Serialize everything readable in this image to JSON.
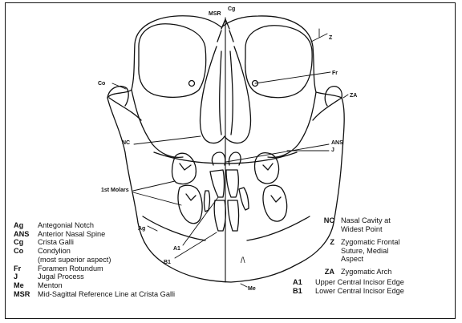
{
  "figure": {
    "labels": {
      "msr": "MSR",
      "cg": "Cg",
      "z": "Z",
      "co": "Co",
      "fr": "Fr",
      "za": "ZA",
      "nc": "NC",
      "ans": "ANS",
      "j": "J",
      "first_molars": "1st Molars",
      "ag": "Ag",
      "a1": "A1",
      "b1": "B1",
      "me": "Me",
      "lower_incisor_mark": "/\\"
    }
  },
  "legend_left": [
    {
      "abbr": "Ag",
      "text": "Antegonial Notch"
    },
    {
      "abbr": "ANS",
      "text": "Anterior Nasal Spine"
    },
    {
      "abbr": "Cg",
      "text": "Crista Galli"
    },
    {
      "abbr": "Co",
      "text": "Condylion"
    },
    {
      "abbr": "",
      "text": "(most superior aspect)"
    },
    {
      "abbr": "Fr",
      "text": "Foramen Rotundum"
    },
    {
      "abbr": "J",
      "text": "Jugal Process"
    },
    {
      "abbr": "Me",
      "text": "Menton"
    },
    {
      "abbr": "MSR",
      "text": "Mid-Sagittal Reference Line at Crista Galli"
    }
  ],
  "legend_right": [
    {
      "abbr": "NC",
      "lines": [
        "Nasal Cavity at",
        "Widest Point"
      ]
    },
    {
      "abbr": "Z",
      "lines": [
        "Zygomatic Frontal",
        "Suture, Medial",
        "Aspect"
      ]
    },
    {
      "abbr": "ZA",
      "lines": [
        "Zygomatic Arch"
      ]
    },
    {
      "abbr": "A1",
      "lines": [
        "Upper Central Incisor Edge"
      ]
    },
    {
      "abbr": "B1",
      "lines": [
        "Lower Central Incisor Edge"
      ]
    }
  ],
  "colors": {
    "ink": "#111111",
    "background": "#ffffff"
  }
}
